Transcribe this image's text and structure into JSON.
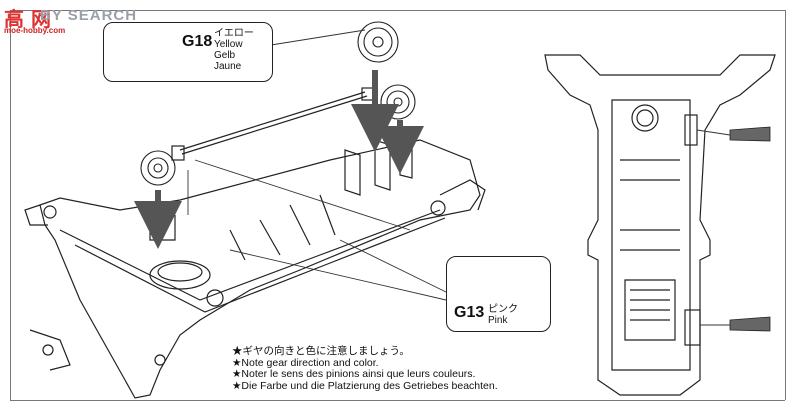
{
  "watermark": {
    "logo_text": "BY SEARCH",
    "chinese": "高 网",
    "url": "moe-hobby.com"
  },
  "callouts": {
    "g18": {
      "code": "G18",
      "jp": "イエロー",
      "en": "Yellow",
      "de": "Gelb",
      "fr": "Jaune"
    },
    "g13": {
      "code": "G13",
      "jp": "ピンク",
      "en": "Pink"
    }
  },
  "notes": [
    "★ギヤの向きと色に注意しましょう。",
    "★Note gear direction and color.",
    "★Noter le sens des pinions ainsi que leurs couleurs.",
    "★Die Farbe und die Platzierung des Getriebes beachten."
  ]
}
